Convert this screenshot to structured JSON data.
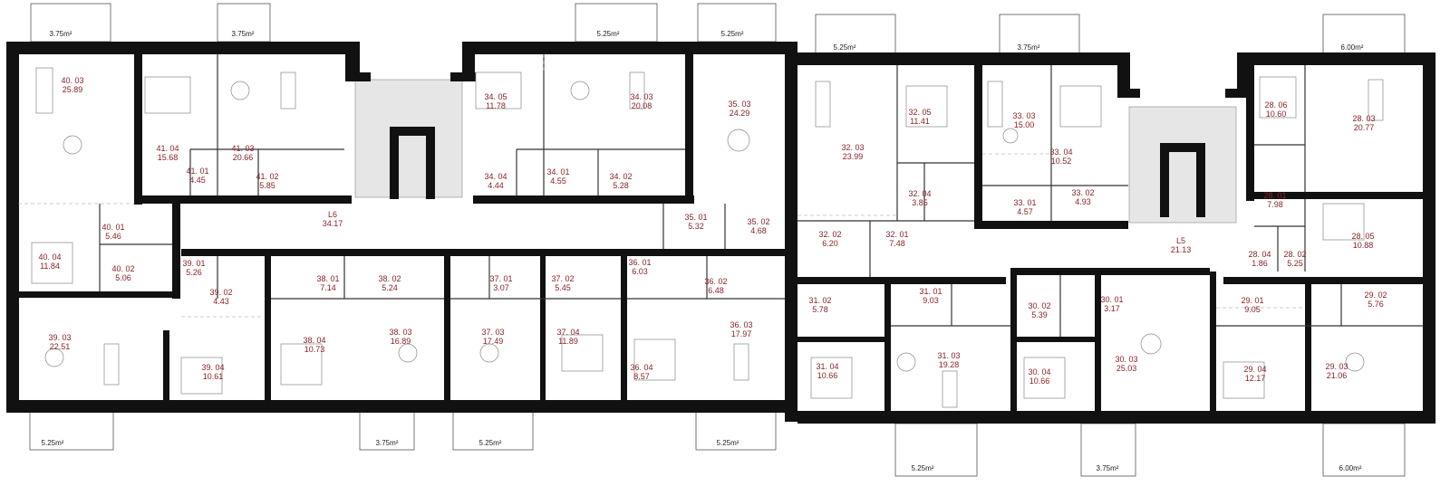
{
  "balconies": [
    {
      "id": "b1",
      "area": "3.75m²"
    },
    {
      "id": "b2",
      "area": "3.75m²"
    },
    {
      "id": "b3",
      "area": "5.25m²"
    },
    {
      "id": "b4",
      "area": "5.25m²"
    },
    {
      "id": "b5",
      "area": "5.25m²"
    },
    {
      "id": "b6",
      "area": "3.75m²"
    },
    {
      "id": "b7",
      "area": "6.00m²"
    },
    {
      "id": "b8",
      "area": "5.25m²"
    },
    {
      "id": "b9",
      "area": "3.75m²"
    },
    {
      "id": "b10",
      "area": "5.25m²"
    },
    {
      "id": "b11",
      "area": "5.25m²"
    },
    {
      "id": "b12",
      "area": "5.25m²"
    },
    {
      "id": "b13",
      "area": "3.75m²"
    },
    {
      "id": "b14",
      "area": "6.00m²"
    }
  ],
  "rooms": [
    {
      "name": "40. 03",
      "area": "25.89"
    },
    {
      "name": "41. 04",
      "area": "15.68"
    },
    {
      "name": "41. 03",
      "area": "20.66"
    },
    {
      "name": "41. 01",
      "area": "4.45"
    },
    {
      "name": "41. 02",
      "area": "5.85"
    },
    {
      "name": "L6",
      "area": "34.17"
    },
    {
      "name": "40. 01",
      "area": "5.46"
    },
    {
      "name": "40. 04",
      "area": "11.84"
    },
    {
      "name": "40. 02",
      "area": "5.06"
    },
    {
      "name": "34. 05",
      "area": "11.78"
    },
    {
      "name": "34. 03",
      "area": "20.08"
    },
    {
      "name": "34. 04",
      "area": "4.44"
    },
    {
      "name": "34. 01",
      "area": "4.55"
    },
    {
      "name": "34. 02",
      "area": "5.28"
    },
    {
      "name": "35. 03",
      "area": "24.29"
    },
    {
      "name": "35. 01",
      "area": "5.32"
    },
    {
      "name": "35. 02",
      "area": "4.68"
    },
    {
      "name": "39. 01",
      "area": "5.26"
    },
    {
      "name": "39. 02",
      "area": "4.43"
    },
    {
      "name": "38. 01",
      "area": "7.14"
    },
    {
      "name": "38. 02",
      "area": "5.24"
    },
    {
      "name": "37. 01",
      "area": "3.07"
    },
    {
      "name": "37. 02",
      "area": "5.45"
    },
    {
      "name": "36. 01",
      "area": "6.03"
    },
    {
      "name": "36. 02",
      "area": "6.48"
    },
    {
      "name": "39. 03",
      "area": "22.51"
    },
    {
      "name": "39. 04",
      "area": "10.61"
    },
    {
      "name": "38. 04",
      "area": "10.73"
    },
    {
      "name": "38. 03",
      "area": "16.89"
    },
    {
      "name": "37. 03",
      "area": "17.49"
    },
    {
      "name": "37. 04",
      "area": "11.89"
    },
    {
      "name": "36. 04",
      "area": "8.57"
    },
    {
      "name": "36. 03",
      "area": "17.97"
    },
    {
      "name": "32. 03",
      "area": "23.99"
    },
    {
      "name": "32. 05",
      "area": "11.41"
    },
    {
      "name": "32. 04",
      "area": "3.85"
    },
    {
      "name": "32. 02",
      "area": "6.20"
    },
    {
      "name": "32. 01",
      "area": "7.48"
    },
    {
      "name": "33. 03",
      "area": "15.00"
    },
    {
      "name": "33. 04",
      "area": "10.52"
    },
    {
      "name": "33. 01",
      "area": "4.57"
    },
    {
      "name": "33. 02",
      "area": "4.93"
    },
    {
      "name": "L5",
      "area": "21.13"
    },
    {
      "name": "28. 06",
      "area": "10.60"
    },
    {
      "name": "28. 03",
      "area": "20.77"
    },
    {
      "name": "28. 01",
      "area": "7.98"
    },
    {
      "name": "28. 05",
      "area": "10.88"
    },
    {
      "name": "28. 04",
      "area": "1.86"
    },
    {
      "name": "28. 02",
      "area": "5.25"
    },
    {
      "name": "31. 02",
      "area": "5.78"
    },
    {
      "name": "31. 01",
      "area": "9.03"
    },
    {
      "name": "30. 02",
      "area": "5.39"
    },
    {
      "name": "30. 01",
      "area": "3.17"
    },
    {
      "name": "29. 01",
      "area": "9.05"
    },
    {
      "name": "29. 02",
      "area": "5.76"
    },
    {
      "name": "31. 04",
      "area": "10.66"
    },
    {
      "name": "31. 03",
      "area": "19.28"
    },
    {
      "name": "30. 04",
      "area": "10.66"
    },
    {
      "name": "30. 03",
      "area": "25.03"
    },
    {
      "name": "29. 04",
      "area": "12.17"
    },
    {
      "name": "29. 03",
      "area": "21.06"
    }
  ]
}
